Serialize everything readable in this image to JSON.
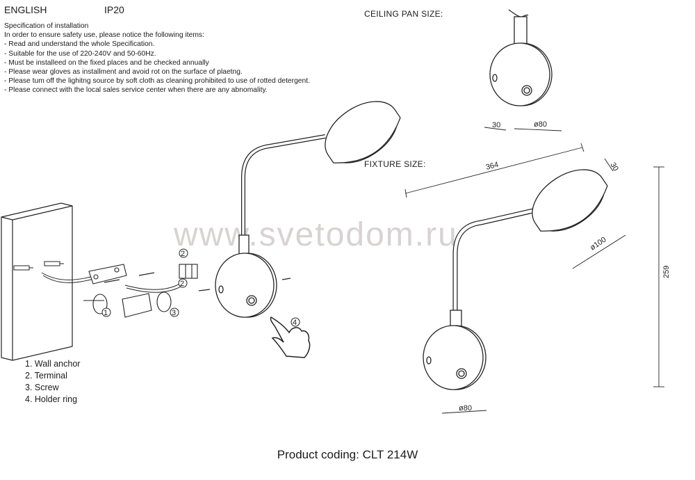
{
  "header": {
    "language": "ENGLISH",
    "rating": "IP20"
  },
  "spec": {
    "title": "Specification of installation",
    "intro": "In order to ensure safety use, please notice the following items:",
    "items": [
      "- Read and understand the whole Specification.",
      "- Suitable for the use of 220-240V and 50-60Hz.",
      "- Must be installeed on the fixed places and be checked annually",
      "- Please wear gloves as installment and avoid rot on the surface of plaetng.",
      "- Please tum off the lighitng source by soft cloth as cleaning prohibited to use of rotted detergent.",
      "- Please connect with the local sales service center when there are any abnomality."
    ]
  },
  "labels": {
    "ceiling_pan": "CEILING PAN  SIZE:",
    "fixture": "FIXTURE SIZE:"
  },
  "dimensions": {
    "pan_depth": "30",
    "pan_diameter": "ø80",
    "length": "364",
    "head_depth": "30",
    "head_diameter": "ø100",
    "height": "259",
    "base_diameter": "ø80"
  },
  "callouts": [
    "1",
    "2",
    "3",
    "4"
  ],
  "legend": [
    "1. Wall anchor",
    "2. Terminal",
    "3. Screw",
    "4. Holder ring"
  ],
  "watermark": "www.svetodom.ru",
  "product_coding": "Product coding: CLT 214W"
}
